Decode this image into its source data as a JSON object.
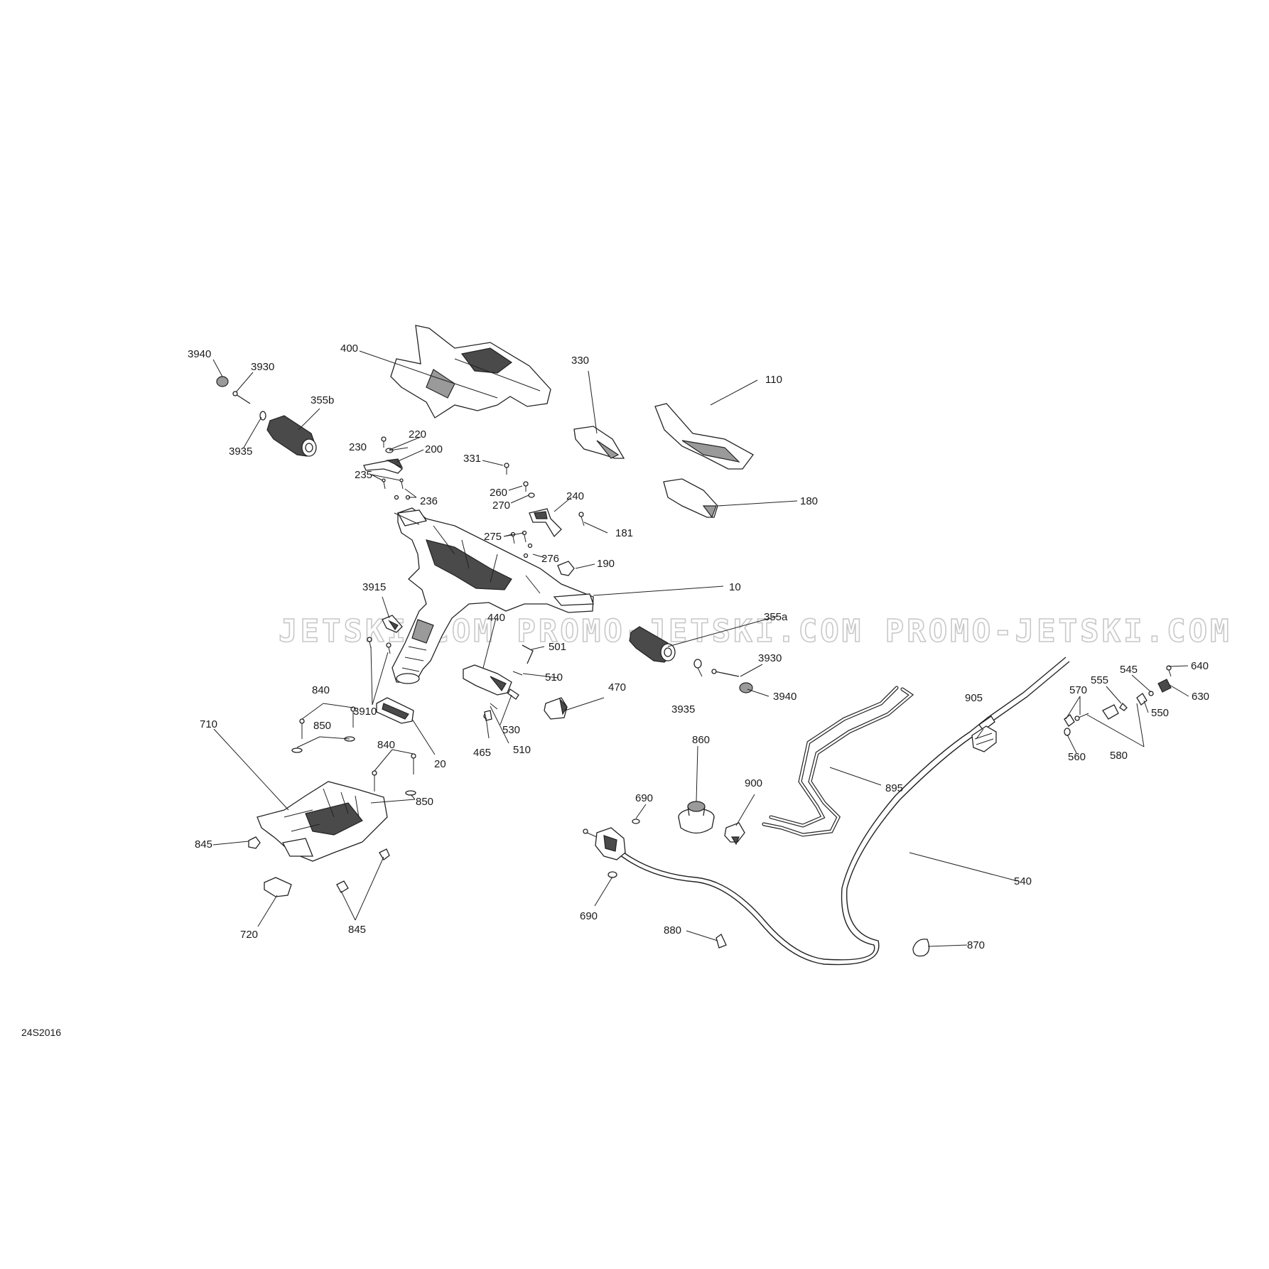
{
  "watermark": "JETSKI.COM   PROMO-JETSKI.COM   PROMO-JETSKI.COM",
  "diagram_ref": "24S2016",
  "labels": {
    "l3940a": "3940",
    "l3930a": "3930",
    "l355b": "355b",
    "l3935a": "3935",
    "l400": "400",
    "l330": "330",
    "l110": "110",
    "l220": "220",
    "l230": "230",
    "l200": "200",
    "l235": "235",
    "l236": "236",
    "l331": "331",
    "l260": "260",
    "l270": "270",
    "l240": "240",
    "l180": "180",
    "l181": "181",
    "l275": "275",
    "l276": "276",
    "l190": "190",
    "l10": "10",
    "l3915": "3915",
    "l355a": "355a",
    "l440": "440",
    "l501": "501",
    "l3930b": "3930",
    "l3910": "3910",
    "l510a": "510",
    "l3935b": "3935",
    "l3940b": "3940",
    "l840a": "840",
    "l470": "470",
    "l905": "905",
    "l640": "640",
    "l545": "545",
    "l555": "555",
    "l570": "570",
    "l630": "630",
    "l550": "550",
    "l850a": "850",
    "l530": "530",
    "l710": "710",
    "l465": "465",
    "l510b": "510",
    "l20": "20",
    "l840b": "840",
    "l860": "860",
    "l895": "895",
    "l560": "560",
    "l580": "580",
    "l900": "900",
    "l850b": "850",
    "l690a": "690",
    "l845a": "845",
    "l540": "540",
    "l690b": "690",
    "l720": "720",
    "l845b": "845",
    "l880": "880",
    "l870": "870"
  },
  "icons": [
    "handlebar-cover",
    "grip",
    "lever",
    "steering-stem",
    "fuel-cap",
    "cable",
    "hose"
  ]
}
